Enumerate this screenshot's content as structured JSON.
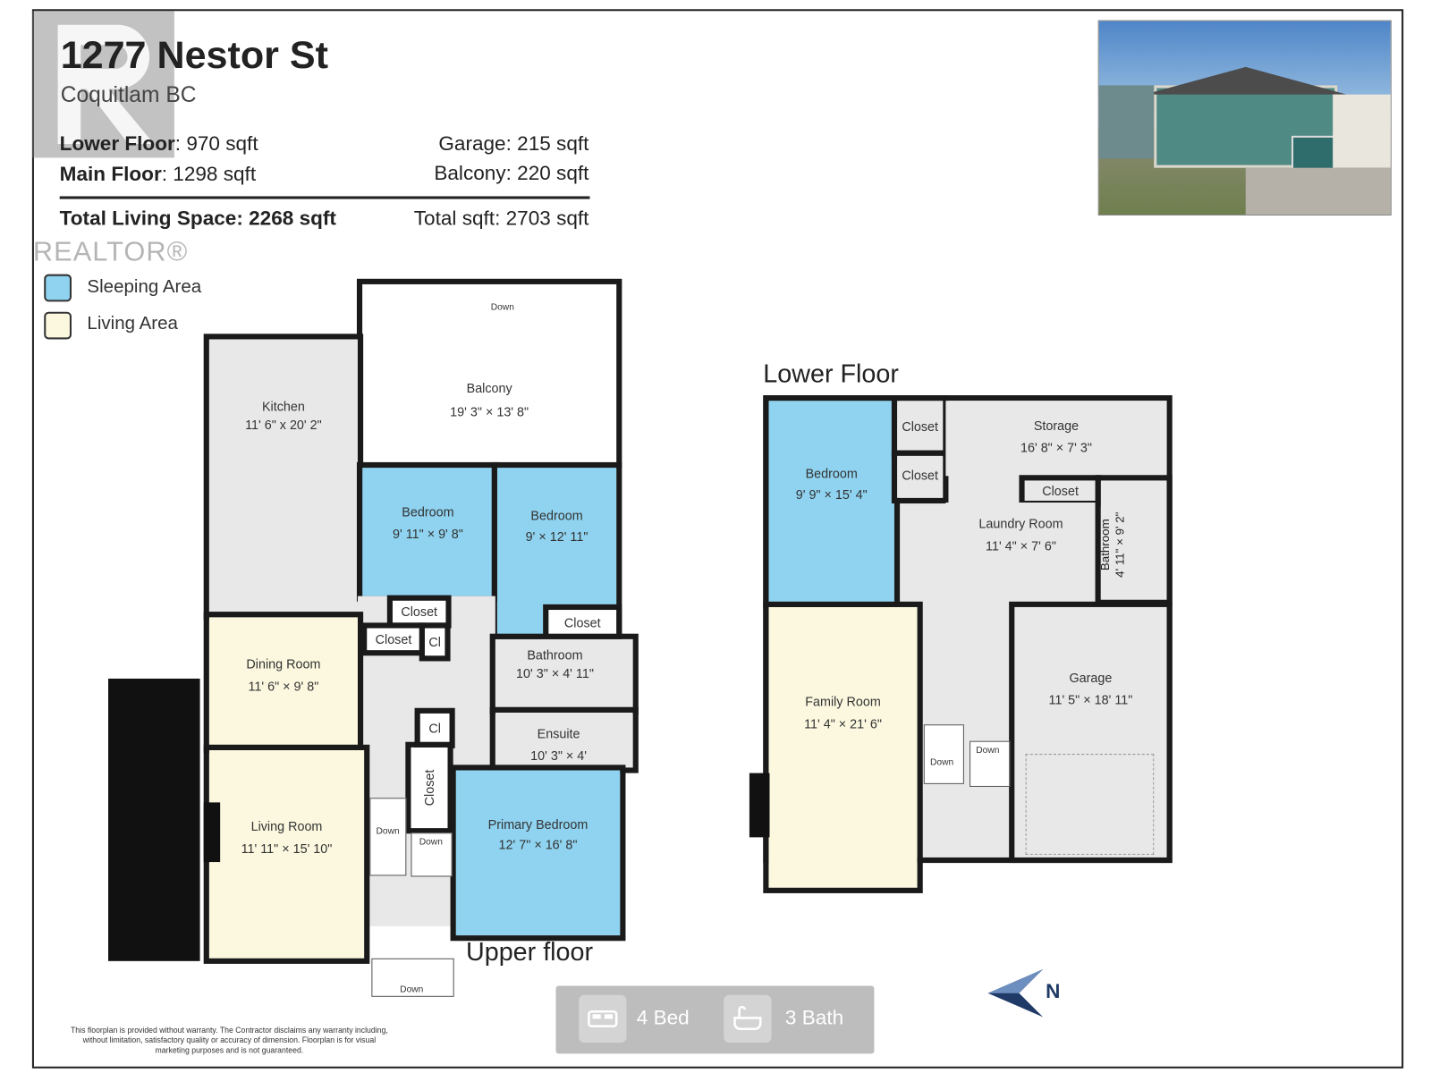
{
  "header": {
    "address": "1277 Nestor St",
    "city": "Coquitlam BC",
    "lower_floor_label": "Lower Floor",
    "lower_floor_value": ": 970 sqft",
    "main_floor_label": "Main Floor",
    "main_floor_value": ": 1298 sqft",
    "garage": "Garage: 215 sqft",
    "balcony": "Balcony: 220 sqft",
    "total_living": "Total Living Space: 2268 sqft",
    "total_sqft": "Total sqft: 2703 sqft"
  },
  "watermark": {
    "text": "REALTOR®"
  },
  "legend": [
    {
      "label": "Sleeping Area",
      "color": "#8fd3f0"
    },
    {
      "label": "Living Area",
      "color": "#fbf8df"
    }
  ],
  "upper_floor": {
    "label": "Upper floor",
    "rooms": [
      {
        "name": "Balcony",
        "dims": "19' 3\" × 13' 8\""
      },
      {
        "name": "Kitchen",
        "dims": "11' 6\" x 20' 2\""
      },
      {
        "name": "Bedroom",
        "dims": "9' 11\" × 9' 8\""
      },
      {
        "name": "Bedroom",
        "dims": "9' × 12' 11\""
      },
      {
        "name": "Dining Room",
        "dims": "11' 6\" × 9' 8\""
      },
      {
        "name": "Bathroom",
        "dims": "10' 3\" × 4' 11\""
      },
      {
        "name": "Ensuite",
        "dims": "10' 3\" × 4'"
      },
      {
        "name": "Living Room",
        "dims": "11' 11\" × 15' 10\""
      },
      {
        "name": "Primary Bedroom",
        "dims": "12' 7\" × 16' 8\""
      }
    ],
    "small": {
      "closet": "Closet",
      "cl": "Cl",
      "down": "Down"
    }
  },
  "lower_floor": {
    "label": "Lower Floor",
    "rooms": [
      {
        "name": "Bedroom",
        "dims": "9' 9\" × 15' 4\""
      },
      {
        "name": "Storage",
        "dims": "16' 8\" × 7' 3\""
      },
      {
        "name": "Laundry Room",
        "dims": "11' 4\" × 7' 6\""
      },
      {
        "name": "Bathroom",
        "dims": "4' 11\" × 9' 2\""
      },
      {
        "name": "Family Room",
        "dims": "11' 4\" × 21' 6\""
      },
      {
        "name": "Garage",
        "dims": "11' 5\" × 18' 11\""
      }
    ]
  },
  "summary": {
    "beds": "4 Bed",
    "baths": "3 Bath"
  },
  "compass": {
    "label": "N"
  },
  "disclaimer": "This floorplan is provided without warranty. The Contractor disclaims any warranty including, without limitation, satisfactory quality or accuracy of dimension. Floorplan is for visual marketing purposes and is not guaranteed."
}
